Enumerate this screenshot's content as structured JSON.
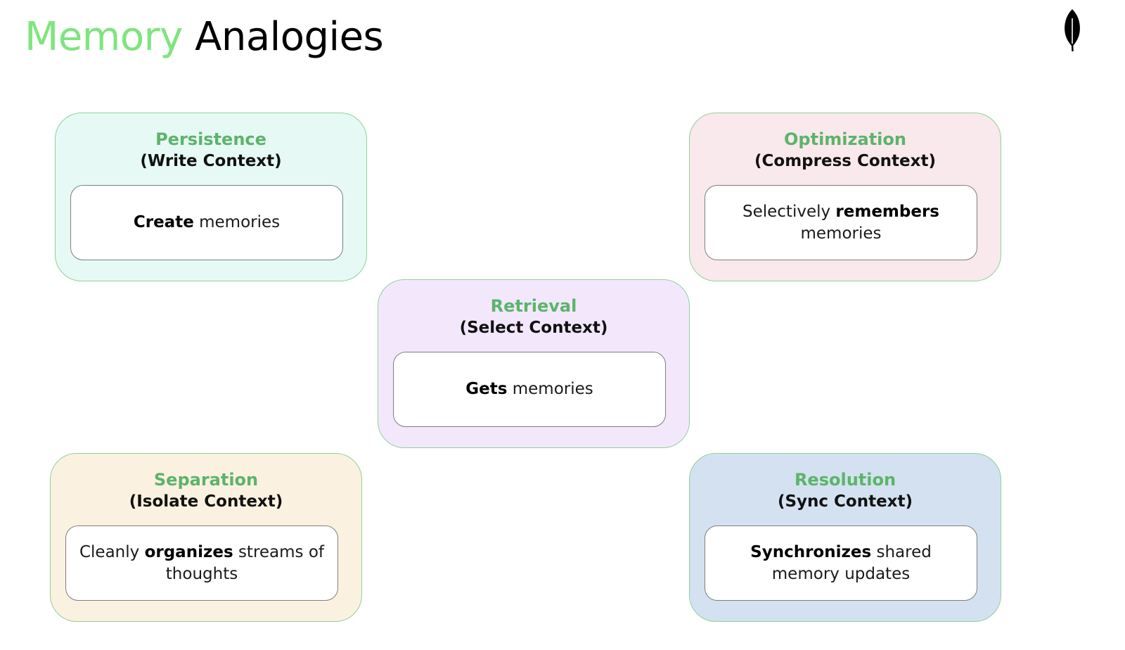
{
  "header": {
    "title_accent": "Memory",
    "title_rest": "Analogies",
    "logo_icon": "leaf-icon"
  },
  "colors": {
    "title_accent": "#7ee57e",
    "card_title": "#5cb46a",
    "card_border": "#8fd19a"
  },
  "cards": {
    "persistence": {
      "title": "Persistence",
      "subtitle": "(Write Context)",
      "bold": "Create",
      "before": "",
      "after": " memories",
      "background": "#e6f9f4"
    },
    "optimization": {
      "title": "Optimization",
      "subtitle": "(Compress Context)",
      "before": "Selectively ",
      "bold": "remembers",
      "after": " memories",
      "background": "#f9e8ec"
    },
    "retrieval": {
      "title": "Retrieval",
      "subtitle": "(Select Context)",
      "before": "",
      "bold": "Gets",
      "after": " memories",
      "background": "#f3e8fb"
    },
    "separation": {
      "title": "Separation",
      "subtitle": "(Isolate Context)",
      "before": "Cleanly ",
      "bold": "organizes",
      "after": " streams of thoughts",
      "background": "#fbf1e0"
    },
    "resolution": {
      "title": "Resolution",
      "subtitle": "(Sync Context)",
      "before": "",
      "bold": "Synchronizes",
      "after": " shared memory updates",
      "background": "#d4e1f0"
    }
  }
}
